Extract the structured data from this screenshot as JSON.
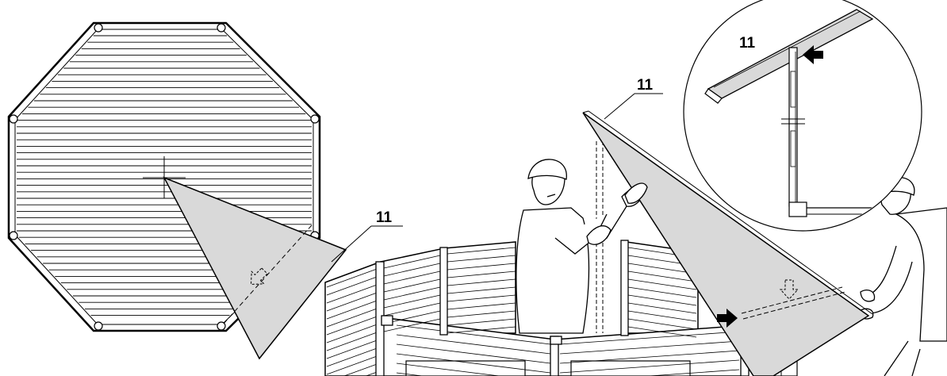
{
  "callouts": {
    "plan_label": "11",
    "install_label": "11",
    "detail_label": "11"
  },
  "colors": {
    "panel_fill": "#d9d9d9",
    "line": "#000000",
    "background": "#ffffff"
  },
  "icons": {
    "push_arrow_top": "arrow-left-icon",
    "push_arrow_side": "arrow-right-icon",
    "slide_arrow": "outline-arrow-icon"
  }
}
